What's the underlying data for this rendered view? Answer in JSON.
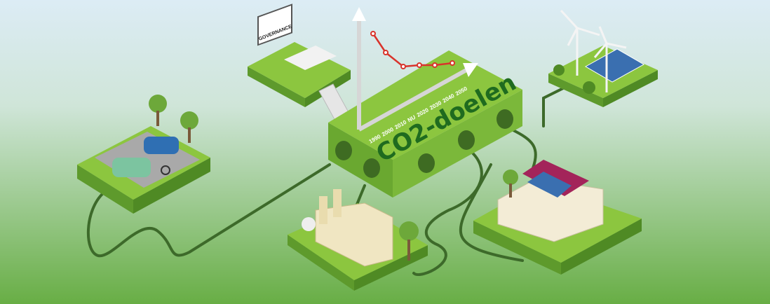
{
  "illustration": {
    "hub_title": "CO2-doelen",
    "timeline_years": [
      "1990",
      "2000",
      "2010",
      "NU",
      "2020",
      "2030",
      "2040",
      "2050"
    ],
    "governance_sign": "GOVERNANCE",
    "colors": {
      "sky": "#dcecf5",
      "grass": "#6cb14a",
      "platform": "#8cc63f",
      "platform_side": "#5e9a2c",
      "cable": "#3d6a2a",
      "trend": "#d9332b"
    }
  }
}
